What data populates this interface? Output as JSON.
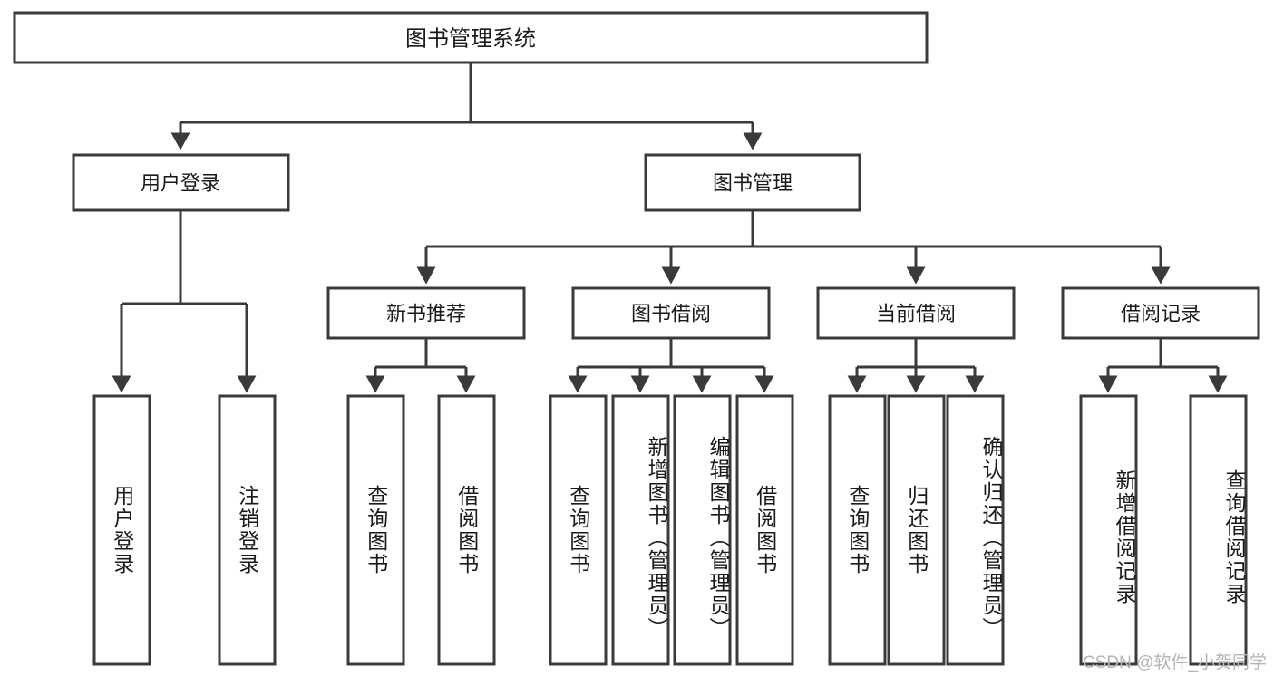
{
  "diagram": {
    "type": "tree-hierarchy",
    "orientation": "top-down",
    "background_color": "#ffffff",
    "line_color": "#3a3a3a",
    "box_fill": "#ffffff",
    "text_color": "#1a1a1a",
    "root": {
      "id": "root",
      "label": "图书管理系统"
    },
    "level2": [
      {
        "id": "user-login",
        "label": "用户登录"
      },
      {
        "id": "book-management",
        "label": "图书管理"
      }
    ],
    "level3": [
      {
        "id": "new-book-recommend",
        "label": "新书推荐",
        "parent": "book-management"
      },
      {
        "id": "book-borrow",
        "label": "图书借阅",
        "parent": "book-management"
      },
      {
        "id": "current-borrow",
        "label": "当前借阅",
        "parent": "book-management"
      },
      {
        "id": "borrow-record",
        "label": "借阅记录",
        "parent": "book-management"
      }
    ],
    "leaves": [
      {
        "id": "leaf-user-login",
        "label": "用户登录",
        "parent": "user-login"
      },
      {
        "id": "leaf-logout",
        "label": "注销登录",
        "parent": "user-login"
      },
      {
        "id": "leaf-query-book-1",
        "label": "查询图书",
        "parent": "new-book-recommend"
      },
      {
        "id": "leaf-borrow-book-1",
        "label": "借阅图书",
        "parent": "new-book-recommend"
      },
      {
        "id": "leaf-query-book-2",
        "label": "查询图书",
        "parent": "book-borrow"
      },
      {
        "id": "leaf-add-book",
        "label": "新增图书（管理员）",
        "parent": "book-borrow"
      },
      {
        "id": "leaf-edit-book",
        "label": "编辑图书（管理员）",
        "parent": "book-borrow"
      },
      {
        "id": "leaf-borrow-book-2",
        "label": "借阅图书",
        "parent": "book-borrow"
      },
      {
        "id": "leaf-query-book-3",
        "label": "查询图书",
        "parent": "current-borrow"
      },
      {
        "id": "leaf-return-book",
        "label": "归还图书",
        "parent": "current-borrow"
      },
      {
        "id": "leaf-confirm-return",
        "label": "确认归还（管理员）",
        "parent": "current-borrow"
      },
      {
        "id": "leaf-add-record",
        "label": "新增借阅记录",
        "parent": "borrow-record"
      },
      {
        "id": "leaf-query-record",
        "label": "查询借阅记录",
        "parent": "borrow-record"
      }
    ]
  },
  "watermark": {
    "text": "CSDN @软件_小贺同学"
  }
}
